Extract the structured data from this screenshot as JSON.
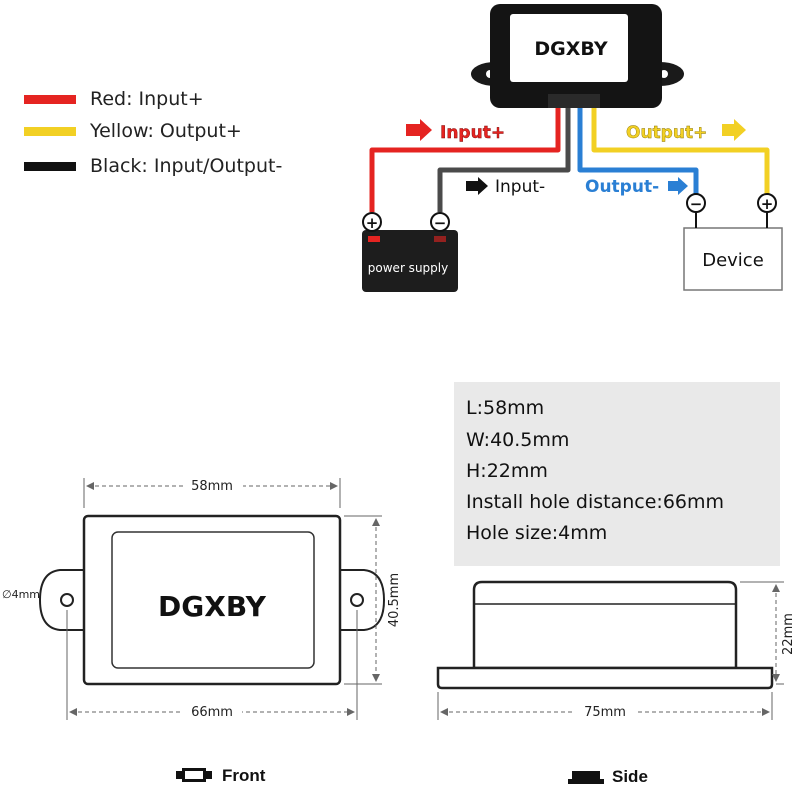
{
  "legend": [
    {
      "label": "Red: Input+",
      "color": "#e52421"
    },
    {
      "label": "Yellow: Output+",
      "color": "#f2d024"
    },
    {
      "label": "Black: Input/Output-",
      "color": "#111111"
    }
  ],
  "wiring": {
    "brand": "DGXBY",
    "input_plus": "Input+",
    "input_minus": "Input-",
    "output_plus": "Output+",
    "output_minus": "Output-",
    "power_supply": "power supply",
    "device": "Device",
    "plus_symbol": "+",
    "minus_symbol": "−"
  },
  "specs": [
    "L:58mm",
    "W:40.5mm",
    "H:22mm",
    "Install hole distance:66mm",
    "Hole size:4mm"
  ],
  "front": {
    "brand": "DGXBY",
    "width": "58mm",
    "height": "40.5mm",
    "hole": "∅4mm",
    "distance": "66mm",
    "label": "Front"
  },
  "side": {
    "height": "22mm",
    "length": "75mm",
    "label": "Side"
  },
  "colors": {
    "red": "#e52421",
    "yellow": "#f2d024",
    "blue": "#2a7fd4",
    "black": "#111111",
    "gray_wire": "#555555"
  }
}
